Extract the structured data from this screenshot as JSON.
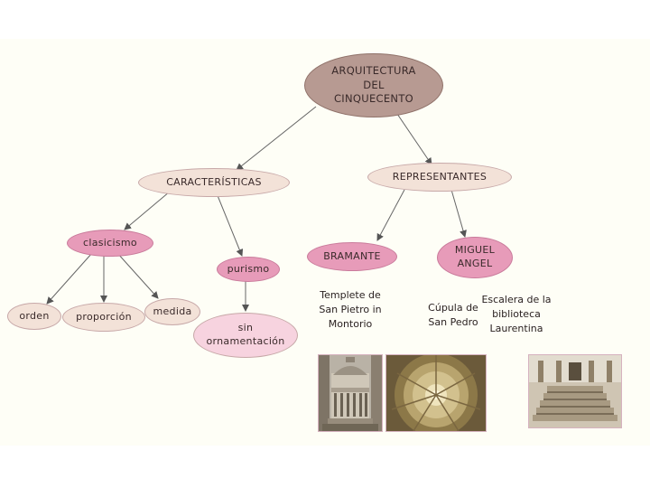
{
  "root": {
    "line1": "ARQUITECTURA",
    "line2": "DEL",
    "line3": "CINQUECENTO"
  },
  "branches": {
    "caracteristicas": "CARACTERÍSTICAS",
    "representantes": "REPRESENTANTES"
  },
  "caracteristicas": {
    "clasicismo": "clasicismo",
    "purismo": "purismo",
    "orden": "orden",
    "proporcion": "proporción",
    "medida": "medida",
    "sin_ornamentacion_1": "sin",
    "sin_ornamentacion_2": "ornamentación"
  },
  "representantes": {
    "bramante": "BRAMANTE",
    "miguel_angel_1": "MIGUEL",
    "miguel_angel_2": "ANGEL"
  },
  "obras": {
    "templete": [
      "Templete de",
      "San Pietro in",
      "Montorio"
    ],
    "cupula": [
      "Cúpula de",
      "San Pedro"
    ],
    "escalera": [
      "Escalera de la",
      "biblioteca",
      "Laurentina"
    ]
  },
  "colors": {
    "root": "#b79a92",
    "beige": "#f3e2d8",
    "pink": "#e79bb9",
    "light_pink": "#f7d3df"
  }
}
